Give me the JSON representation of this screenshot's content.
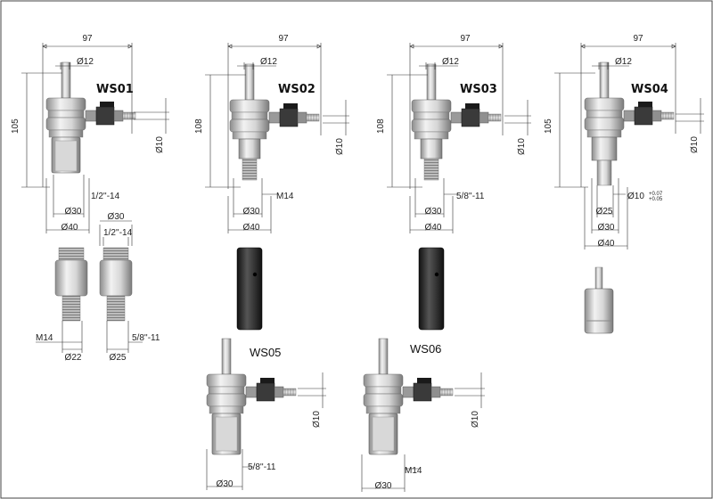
{
  "models": {
    "ws01": {
      "name": "WS01",
      "width": "97",
      "height": "105",
      "shank": "Ø12",
      "pipe": "Ø10",
      "thread": "1/2''-14",
      "body": "Ø30",
      "base": "Ø40"
    },
    "ws02": {
      "name": "WS02",
      "width": "97",
      "height": "108",
      "shank": "Ø12",
      "pipe": "Ø10",
      "thread": "M14",
      "body": "Ø30",
      "base": "Ø40"
    },
    "ws03": {
      "name": "WS03",
      "width": "97",
      "height": "108",
      "shank": "Ø12",
      "pipe": "Ø10",
      "thread": "5/8''-11",
      "body": "Ø30",
      "base": "Ø40"
    },
    "ws04": {
      "name": "WS04",
      "width": "97",
      "height": "105",
      "shank": "Ø12",
      "pipe": "Ø10",
      "bit": "Ø10",
      "tol_upper": "+0.07",
      "tol_lower": "+0.05",
      "inner": "Ø25",
      "body": "Ø30",
      "base": "Ø40"
    },
    "ws05": {
      "name": "WS05",
      "pipe": "Ø10",
      "thread": "5/8''-11",
      "body": "Ø30"
    },
    "ws06": {
      "name": "WS06",
      "pipe": "Ø10",
      "thread": "M14",
      "body": "Ø30"
    }
  },
  "adapters": {
    "a1": {
      "diam": "Ø22",
      "thread": "M14"
    },
    "a2": {
      "top": "Ø30",
      "top_thread": "1/2''-14",
      "diam": "Ø25",
      "thread": "5/8''-11"
    }
  },
  "colors": {
    "steel": "#c9c9c9",
    "dark": "#2b2b2b",
    "brass": "#b8b8b8",
    "frame": "#444444"
  }
}
